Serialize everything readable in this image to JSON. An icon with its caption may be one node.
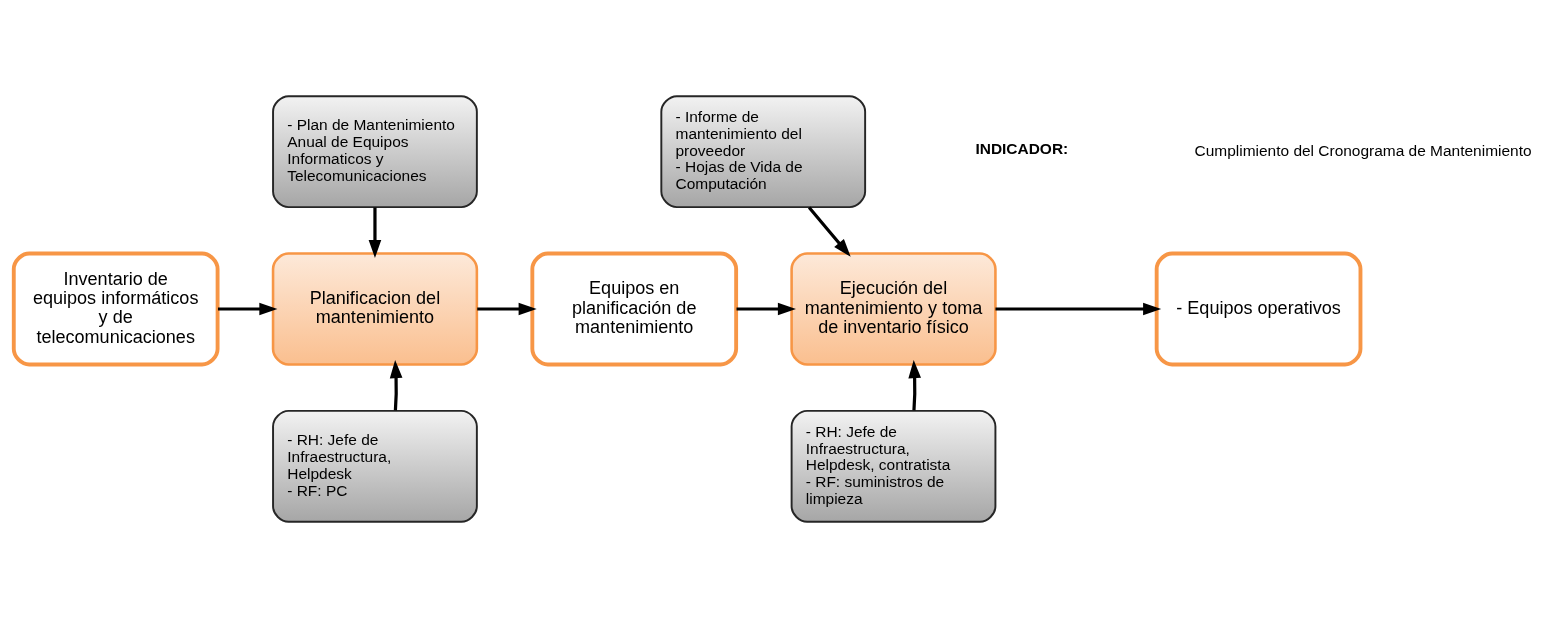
{
  "diagram": {
    "nodes": [
      {
        "text": [
          "Inventario de equipos informáticos y de telecomunicaciones"
        ]
      },
      {
        "text": [
          "- Plan de Mantenimiento Anual de Equipos Informaticos y Telecomunicaciones"
        ]
      },
      {
        "text": [
          "Planificacion del mantenimiento"
        ]
      },
      {
        "text": [
          "- RH: Jefe de Infraestructura, Helpdesk",
          "- RF: PC"
        ]
      },
      {
        "text": [
          "Equipos en planificación de mantenimiento"
        ]
      },
      {
        "text": [
          "- Informe de mantenimiento del proveedor",
          "- Hojas de Vida de Computación"
        ]
      },
      {
        "text": [
          "Ejecución del mantenimiento y toma de inventario físico"
        ]
      },
      {
        "text": [
          "- RH: Jefe de Infraestructura, Helpdesk, contratista",
          "- RF: suministros de limpieza"
        ]
      },
      {
        "text": [
          "- Equipos operativos"
        ]
      }
    ],
    "edges": [
      {
        "from": 0,
        "to": 2,
        "arrow": "to"
      },
      {
        "from": 1,
        "to": 2,
        "arrow": "to"
      },
      {
        "from": 3,
        "to": 2,
        "arrow": "to"
      },
      {
        "from": 2,
        "to": 4,
        "arrow": "to"
      },
      {
        "from": 4,
        "to": 6,
        "arrow": "to"
      },
      {
        "from": 5,
        "to": 6,
        "arrow": "to"
      },
      {
        "from": 7,
        "to": 6,
        "arrow": "to"
      },
      {
        "from": 6,
        "to": 8,
        "arrow": "to"
      }
    ],
    "labels": [
      "INDICADOR:",
      "Cumplimiento del Cronograma de Mantenimiento"
    ]
  }
}
